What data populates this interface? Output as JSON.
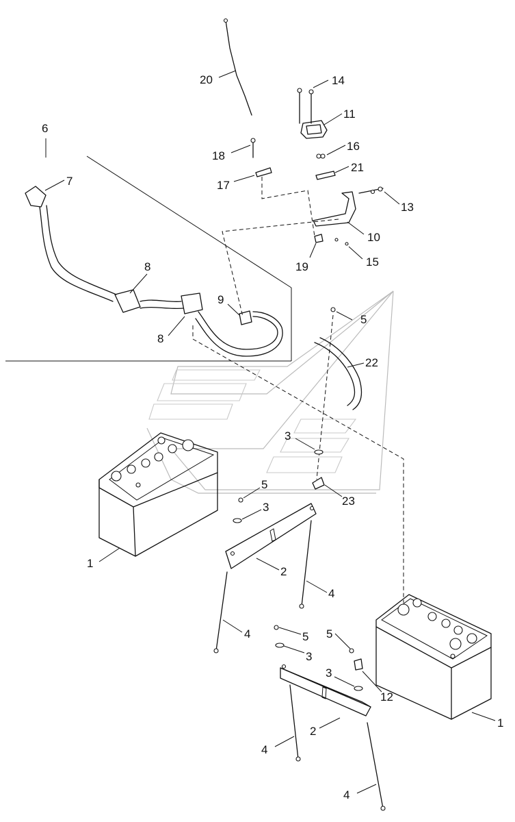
{
  "diagram": {
    "callouts": [
      {
        "id": "c20",
        "label": "20"
      },
      {
        "id": "c14",
        "label": "14"
      },
      {
        "id": "c11",
        "label": "11"
      },
      {
        "id": "c6",
        "label": "6"
      },
      {
        "id": "c18",
        "label": "18"
      },
      {
        "id": "c16",
        "label": "16"
      },
      {
        "id": "c21",
        "label": "21"
      },
      {
        "id": "c7",
        "label": "7"
      },
      {
        "id": "c17",
        "label": "17"
      },
      {
        "id": "c13",
        "label": "13"
      },
      {
        "id": "c10",
        "label": "10"
      },
      {
        "id": "c19",
        "label": "19"
      },
      {
        "id": "c15",
        "label": "15"
      },
      {
        "id": "c8a",
        "label": "8"
      },
      {
        "id": "c9",
        "label": "9"
      },
      {
        "id": "c5a",
        "label": "5"
      },
      {
        "id": "c8b",
        "label": "8"
      },
      {
        "id": "c22",
        "label": "22"
      },
      {
        "id": "c3a",
        "label": "3"
      },
      {
        "id": "c5b",
        "label": "5"
      },
      {
        "id": "c23",
        "label": "23"
      },
      {
        "id": "c3b",
        "label": "3"
      },
      {
        "id": "c1a",
        "label": "1"
      },
      {
        "id": "c2a",
        "label": "2"
      },
      {
        "id": "c4a",
        "label": "4"
      },
      {
        "id": "c4b",
        "label": "4"
      },
      {
        "id": "c5c",
        "label": "5"
      },
      {
        "id": "c5d",
        "label": "5"
      },
      {
        "id": "c3c",
        "label": "3"
      },
      {
        "id": "c3d",
        "label": "3"
      },
      {
        "id": "c12",
        "label": "12"
      },
      {
        "id": "c1b",
        "label": "1"
      },
      {
        "id": "c4c",
        "label": "4"
      },
      {
        "id": "c2b",
        "label": "2"
      },
      {
        "id": "c4d",
        "label": "4"
      }
    ]
  }
}
